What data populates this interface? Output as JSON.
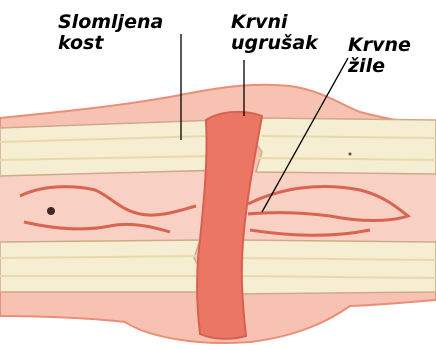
{
  "labels": {
    "broken_bone": {
      "line1": "Slomljena",
      "line2": "kost"
    },
    "blood_clot": {
      "line1": "Krvni",
      "line2": "ugrušak"
    },
    "blood_vessels": {
      "line1": "Krvne",
      "line2": "žile"
    }
  },
  "colors": {
    "bone_light": "#f6eed2",
    "bone_shadow": "#e9d8ad",
    "tissue_pink": "#f7c2b2",
    "tissue_edge": "#e98f78",
    "clot_red": "#ea7663",
    "clot_dark": "#d8604e",
    "vessel_red": "#d9644f",
    "leader_line": "#000000"
  }
}
